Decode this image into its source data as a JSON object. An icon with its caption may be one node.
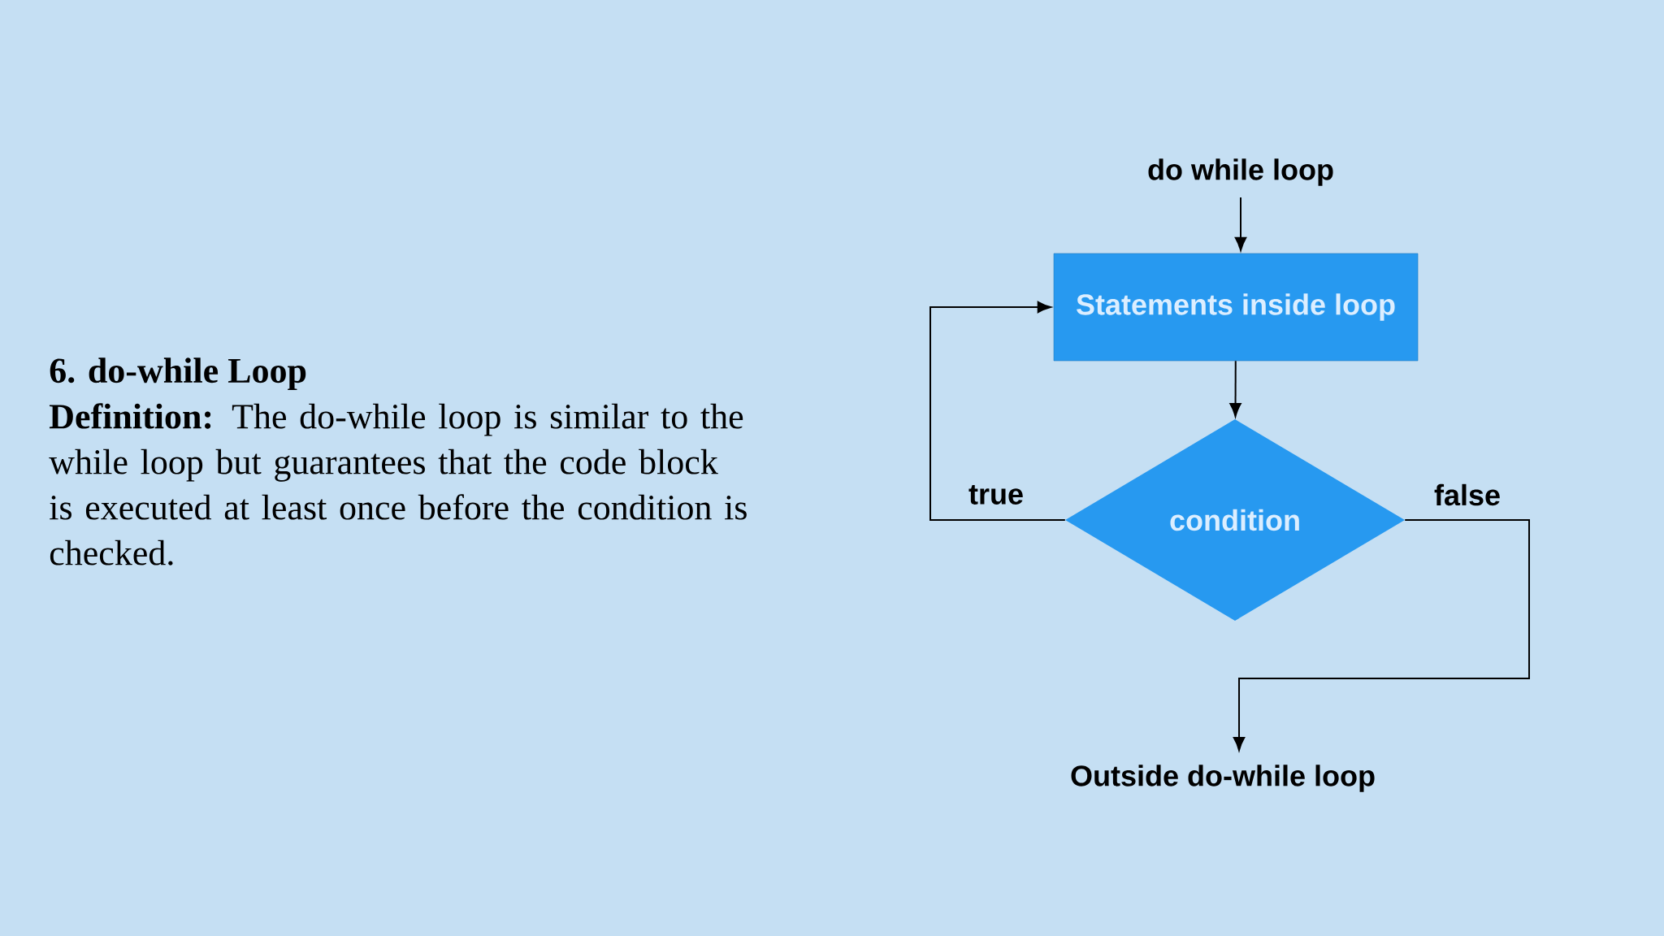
{
  "diagram": {
    "title": "6. do-while Loop",
    "nodes": [
      {
        "text": [
          "do while loop"
        ]
      },
      {
        "text": [
          "Statements inside loop"
        ]
      },
      {
        "text": [
          "condition"
        ]
      },
      {
        "text": [
          "Outside do-while loop"
        ]
      }
    ],
    "edges": [
      {
        "from": 0,
        "to": 1,
        "arrow": "to"
      },
      {
        "from": 1,
        "to": 2,
        "arrow": "to"
      },
      {
        "from": 2,
        "to": 1,
        "arrow": "to",
        "label": "true"
      },
      {
        "from": 2,
        "to": 3,
        "arrow": "to",
        "label": "false"
      }
    ],
    "labels": [
      "**Definition:** The do-while loop is similar to the while loop but guarantees that the code block is executed at least once before the condition is checked."
    ]
  }
}
